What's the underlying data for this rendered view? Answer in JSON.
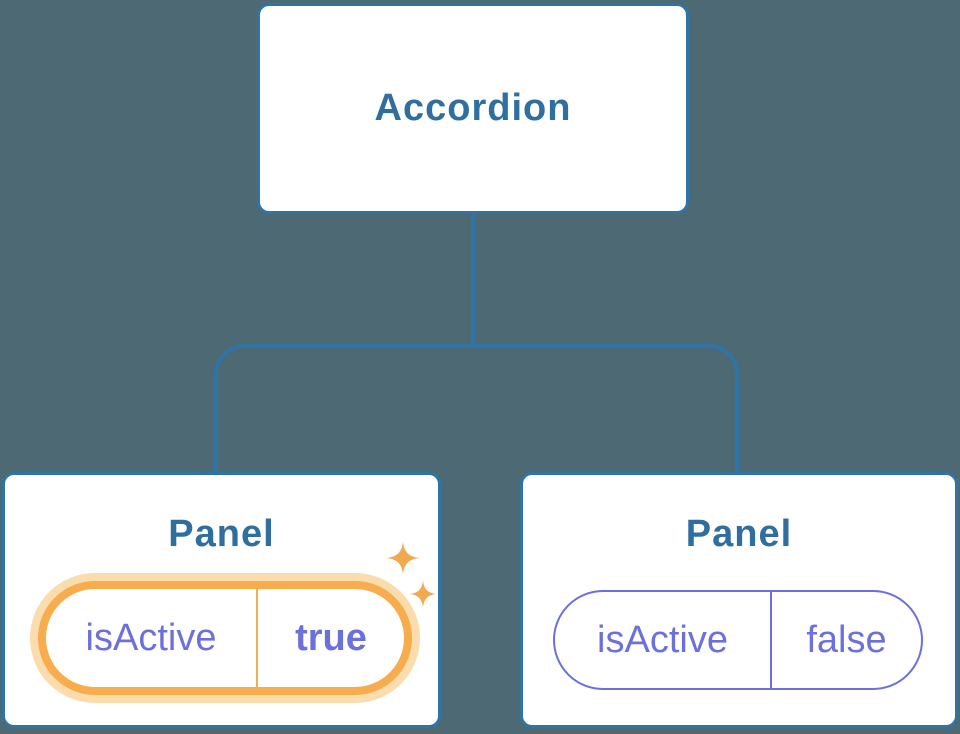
{
  "diagram": {
    "description": "Component tree: Accordion parent with two Panel children holding isActive state",
    "root": {
      "label": "Accordion"
    },
    "panels": [
      {
        "title": "Panel",
        "prop_name": "isActive",
        "prop_value": "true",
        "highlighted": true
      },
      {
        "title": "Panel",
        "prop_name": "isActive",
        "prop_value": "false",
        "highlighted": false
      }
    ]
  },
  "icons": {
    "sparkles": "sparkles-icon"
  },
  "colors": {
    "background": "#4D6973",
    "node_fill": "#FFFFFF",
    "node_border": "#2E74A6",
    "node_title_text": "#2F6F9F",
    "connector_line": "#2E74A6",
    "state_text": "#6C70DD",
    "state_value_active_text": "#5B62D3",
    "highlight_border": "#F7AC4D",
    "highlight_halo": "#FBDCAD",
    "sparkle": "#F2A94F"
  }
}
